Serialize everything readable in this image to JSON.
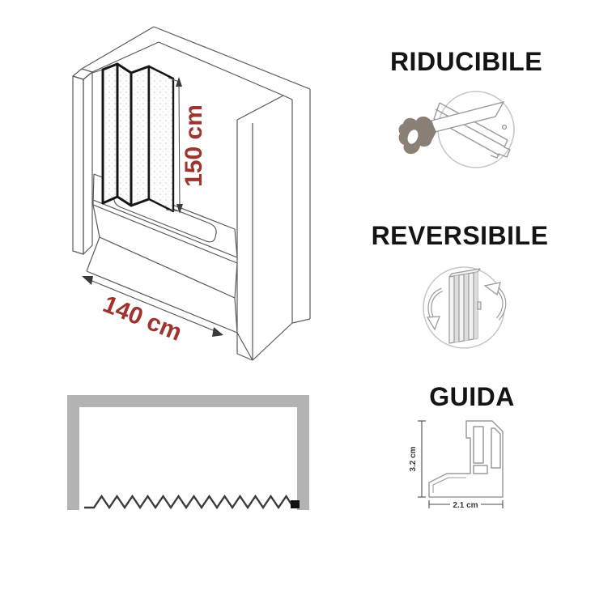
{
  "product_diagram": {
    "description": "bathtub-folding-screen-isometric-drawing",
    "width_label": "140 cm",
    "height_label": "150 cm"
  },
  "features": {
    "riducibile": {
      "title": "RIDUCIBILE",
      "icon": "saw-cutting-profile-icon"
    },
    "reversibile": {
      "title": "REVERSIBILE",
      "icon": "folding-door-rotation-arrows-icon"
    },
    "guida": {
      "title": "GUIDA",
      "icon": "track-profile-cross-section",
      "profile_height_label": "3.2 cm",
      "profile_width_label": "2.1 cm"
    }
  },
  "frame_drawing": {
    "description": "reducible-width-frame-with-zigzag-cut-line"
  },
  "colors": {
    "accent_red": "#9f332d",
    "title_black": "#141414",
    "frame_gray": "#b3b3b3",
    "icon_line_gray": "#9b9b9b",
    "circle_gray": "#c6c6c6",
    "drawing_line_gray": "#5a5a5a",
    "zigzag_dark": "#3c3c3c",
    "saw_handle_taupe": "#8b8076"
  }
}
